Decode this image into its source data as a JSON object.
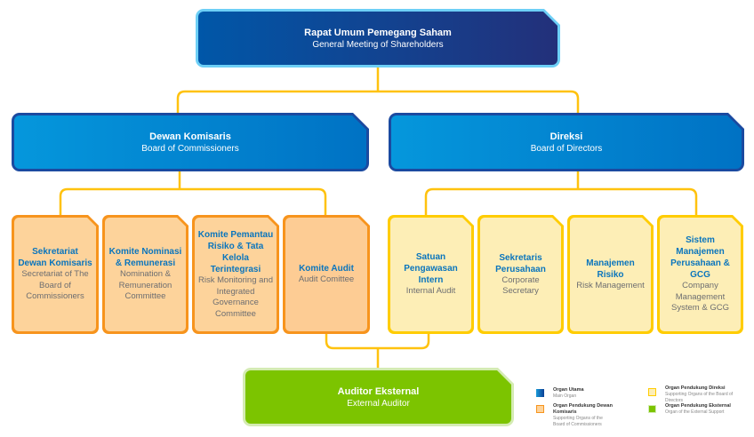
{
  "chart": {
    "main_organs": {
      "rups": {
        "title": "Rapat Umum Pemegang Saham",
        "subtitle": "General Meeting of Shareholders"
      },
      "board_commissioners": {
        "title": "Dewan Komisaris",
        "subtitle": "Board of Commissioners"
      },
      "board_directors": {
        "title": "Direksi",
        "subtitle": "Board of Directors"
      }
    },
    "commissioner_support": [
      {
        "title": "Sekretariat Dewan Komisaris",
        "subtitle": "Secretariat of The Board of Commissioners"
      },
      {
        "title": "Komite Nominasi & Remunerasi",
        "subtitle": "Nomination & Remuneration Committee"
      },
      {
        "title": "Komite Pemantau Risiko & Tata Kelola Terintegrasi",
        "subtitle": "Risk Monitoring and Integrated Governance Committee"
      },
      {
        "title": "Komite Audit",
        "subtitle": "Audit Comittee"
      }
    ],
    "director_support": [
      {
        "title": "Satuan Pengawasan Intern",
        "subtitle": "Internal Audit"
      },
      {
        "title": "Sekretaris Perusahaan",
        "subtitle": "Corporate Secretary"
      },
      {
        "title": "Manajemen Risiko",
        "subtitle": "Risk Management"
      },
      {
        "title": "Sistem Manajemen Perusahaan & GCG",
        "subtitle": "Company Management System & GCG"
      }
    ],
    "external": {
      "title": "Auditor Eksternal",
      "subtitle": "External Auditor"
    }
  },
  "legend": [
    {
      "title": "Organ Utama",
      "subtitle": "Main Organ",
      "color": "#0057a8"
    },
    {
      "title": "Organ Pendukung Dewan Komisaris",
      "subtitle": "Supporting Organs of the Board of Commissioners",
      "color": "#f7941d"
    },
    {
      "title": "Organ Pendukung Direksi",
      "subtitle": "Supporting Organs of the Board of Directors",
      "color": "#ffcc00"
    },
    {
      "title": "Organ Pendukung Eksternal",
      "subtitle": "Organ of the External Support",
      "color": "#7cc400"
    }
  ],
  "colors": {
    "connector": "#ffc20e",
    "main_organ": "#0057a8",
    "commissioner_support": "#f7941d",
    "director_support": "#ffcc00",
    "external": "#7cc400"
  }
}
